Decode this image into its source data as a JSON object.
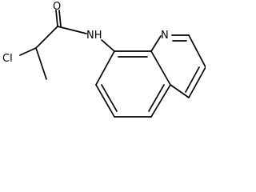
{
  "molecule": {
    "atoms": {
      "chlorine": "Cl",
      "oxygen": "O",
      "amide_nitrogen": "NH",
      "ring_nitrogen": "N"
    },
    "colors": {
      "bond": "#000000",
      "label": "#000000",
      "background": "#ffffff"
    }
  }
}
